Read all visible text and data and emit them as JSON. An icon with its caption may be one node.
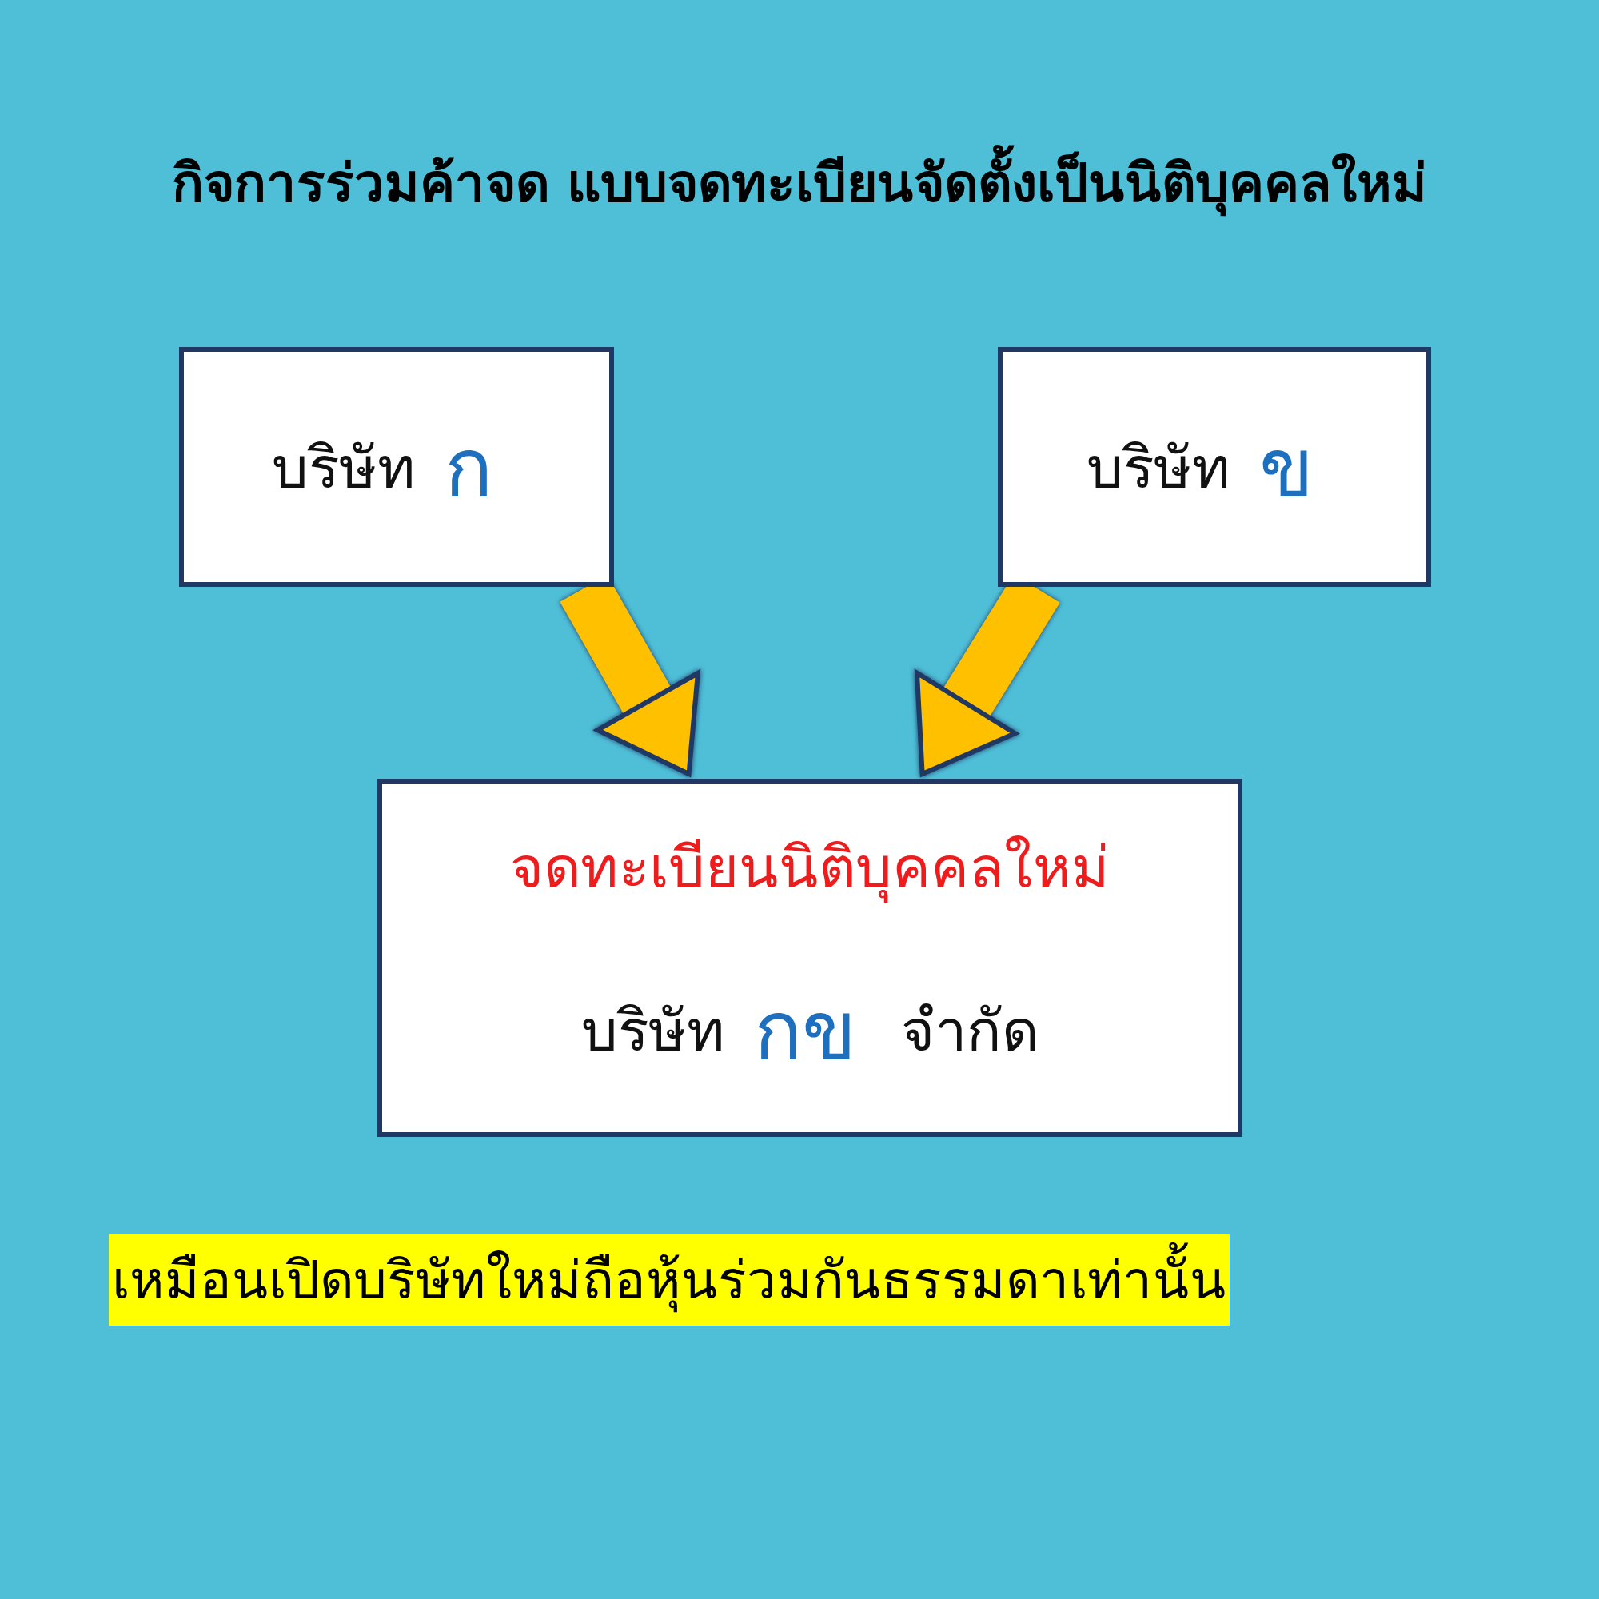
{
  "diagram": {
    "title": "กิจการร่วมค้าจด แบบจดทะเบียนจัดตั้งเป็นนิติบุคคลใหม่",
    "nodes": [
      {
        "text": [
          "บริษัท",
          "ก"
        ]
      },
      {
        "text": [
          "บริษัท",
          "ข"
        ]
      },
      {
        "text": [
          "จดทะเบียนนิติบุคคลใหม่",
          "บริษัท",
          "กข",
          "จำกัด"
        ]
      }
    ],
    "edges": [
      {
        "from": 0,
        "to": 2,
        "arrow": "to"
      },
      {
        "from": 1,
        "to": 2,
        "arrow": "to"
      }
    ],
    "labels": [
      "เหมือนเปิดบริษัทใหม่ถือหุ้นร่วมกันธรรมดาเท่านั้น"
    ]
  }
}
